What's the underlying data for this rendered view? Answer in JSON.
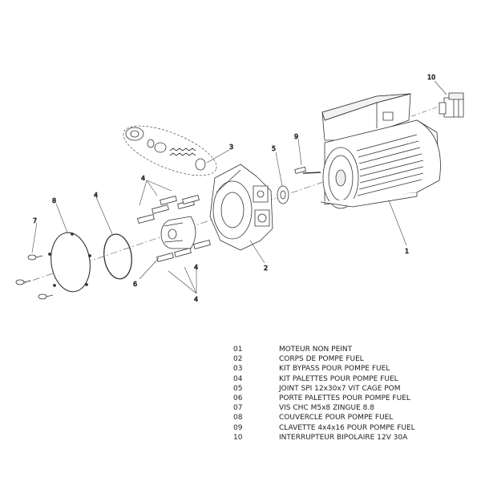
{
  "callouts": [
    "1",
    "2",
    "3",
    "4",
    "4",
    "4",
    "4",
    "5",
    "6",
    "7",
    "8",
    "9",
    "10"
  ],
  "parts": [
    {
      "num": "01",
      "desc": "MOTEUR NON PEINT"
    },
    {
      "num": "02",
      "desc": "CORPS DE POMPE FUEL"
    },
    {
      "num": "03",
      "desc": "KIT BYPASS POUR POMPE FUEL"
    },
    {
      "num": "04",
      "desc": "KIT PALETTES POUR POMPE FUEL"
    },
    {
      "num": "05",
      "desc": "JOINT SPI 12x30x7 VIT CAGE POM"
    },
    {
      "num": "06",
      "desc": "PORTE PALETTES POUR POMPE FUEL"
    },
    {
      "num": "07",
      "desc": "VIS CHC M5x8 ZINGUE 8.8"
    },
    {
      "num": "08",
      "desc": "COUVERCLE POUR POMPE FUEL"
    },
    {
      "num": "09",
      "desc": "CLAVETTE 4x4x16 POUR POMPE FUEL"
    },
    {
      "num": "10",
      "desc": "INTERRUPTEUR BIPOLAIRE 12V 30A"
    }
  ]
}
